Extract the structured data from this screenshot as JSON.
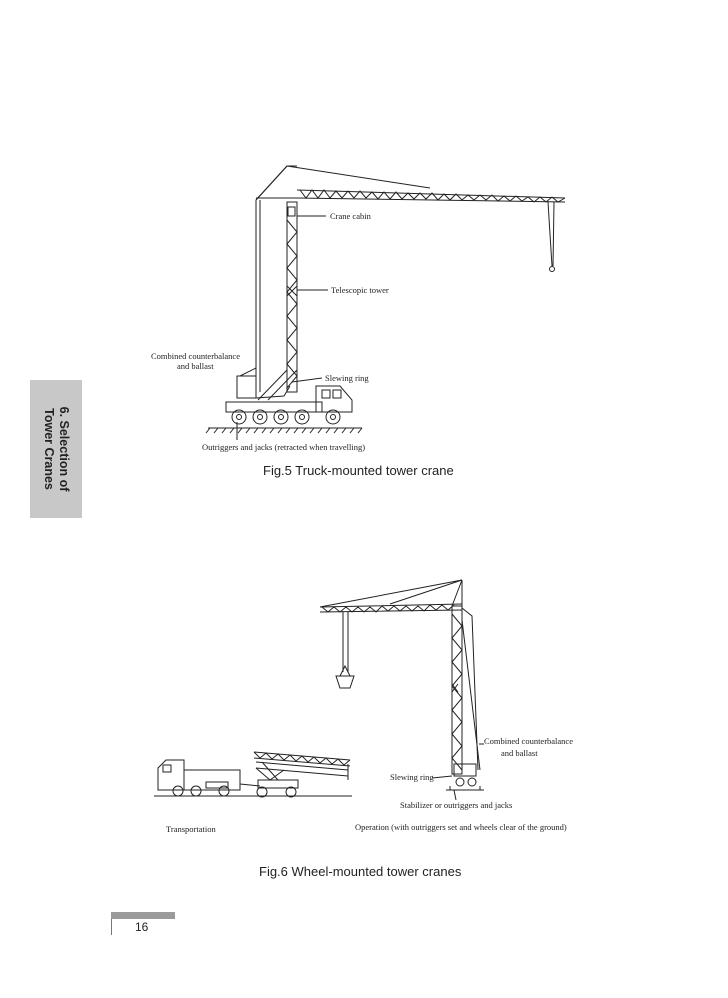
{
  "side_tab": {
    "line1": "6. Selection of",
    "line2": "Tower Cranes"
  },
  "fig5": {
    "caption": "Fig.5  Truck-mounted tower crane",
    "labels": {
      "crane_cabin": "Crane cabin",
      "telescopic_tower": "Telescopic tower",
      "counterbalance_line1": "Combined counterbalance",
      "counterbalance_line2": "and ballast",
      "slewing_ring": "Slewing ring",
      "outriggers": "Outriggers and jacks  (retracted when travelling)"
    }
  },
  "fig6": {
    "caption": "Fig.6  Wheel-mounted tower cranes",
    "labels": {
      "counterbalance_line1": "Combined counterbalance",
      "counterbalance_line2": "and ballast",
      "slewing_ring": "Slewing ring",
      "stabilizer": "Stabilizer or outriggers and jacks",
      "transportation": "Transportation",
      "operation": "Operation (with outriggers set and wheels clear of the ground)"
    }
  },
  "page_number": "16"
}
